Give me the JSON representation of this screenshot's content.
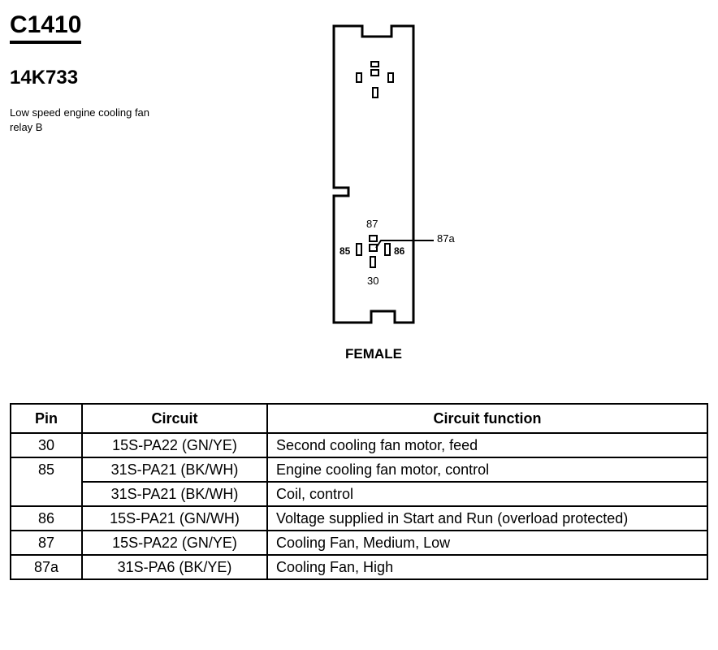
{
  "header": {
    "connector_id": "C1410",
    "part_number": "14K733",
    "description": "Low speed engine cooling fan relay B"
  },
  "diagram": {
    "terminal_labels": {
      "t87": "87",
      "t87a": "87a",
      "t85": "85",
      "t86": "86",
      "t30": "30"
    },
    "gender": "FEMALE"
  },
  "table": {
    "headers": {
      "pin": "Pin",
      "circuit": "Circuit",
      "function": "Circuit function"
    },
    "rows": [
      {
        "pin": "30",
        "circuit": "15S-PA22 (GN/YE)",
        "function": "Second cooling fan motor, feed"
      },
      {
        "pin": "85",
        "circuit": "31S-PA21 (BK/WH)",
        "function": "Engine cooling fan motor, control"
      },
      {
        "pin": "",
        "circuit": "31S-PA21 (BK/WH)",
        "function": "Coil, control"
      },
      {
        "pin": "86",
        "circuit": "15S-PA21 (GN/WH)",
        "function": "Voltage supplied in Start and Run (overload protected)"
      },
      {
        "pin": "87",
        "circuit": "15S-PA22 (GN/YE)",
        "function": "Cooling Fan, Medium, Low"
      },
      {
        "pin": "87a",
        "circuit": "31S-PA6 (BK/YE)",
        "function": "Cooling Fan, High"
      }
    ]
  }
}
